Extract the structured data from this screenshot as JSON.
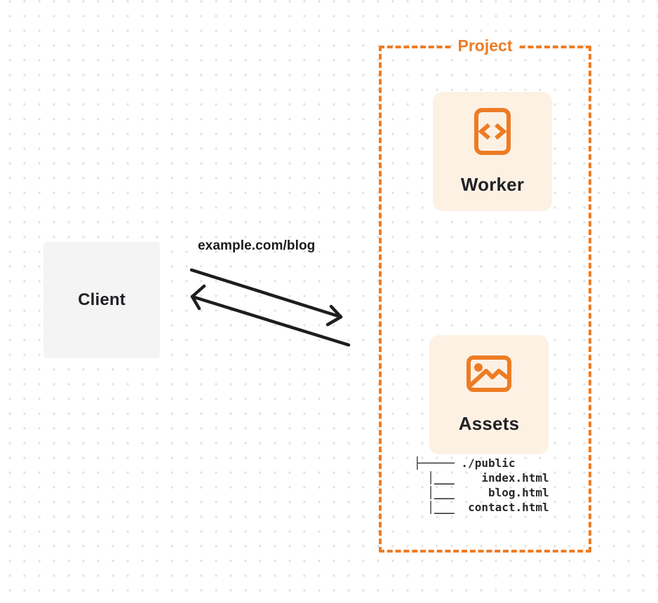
{
  "client": {
    "label": "Client"
  },
  "request": {
    "url_label": "example.com/blog"
  },
  "project": {
    "title": "Project",
    "worker": {
      "label": "Worker",
      "icon": "code-file-icon"
    },
    "assets": {
      "label": "Assets",
      "icon": "image-icon"
    },
    "file_tree": {
      "lines": [
        "├───── ./public",
        "  │___    index.html",
        "  │___     blog.html",
        "  │___  contact.html"
      ]
    }
  },
  "colors": {
    "accent": "#ED7C24",
    "card_bg": "#FDF1E4",
    "client_bg": "#F4F4F5",
    "ink": "#202124",
    "arrow": "#1D1E20",
    "dot": "#E2E2E4"
  }
}
